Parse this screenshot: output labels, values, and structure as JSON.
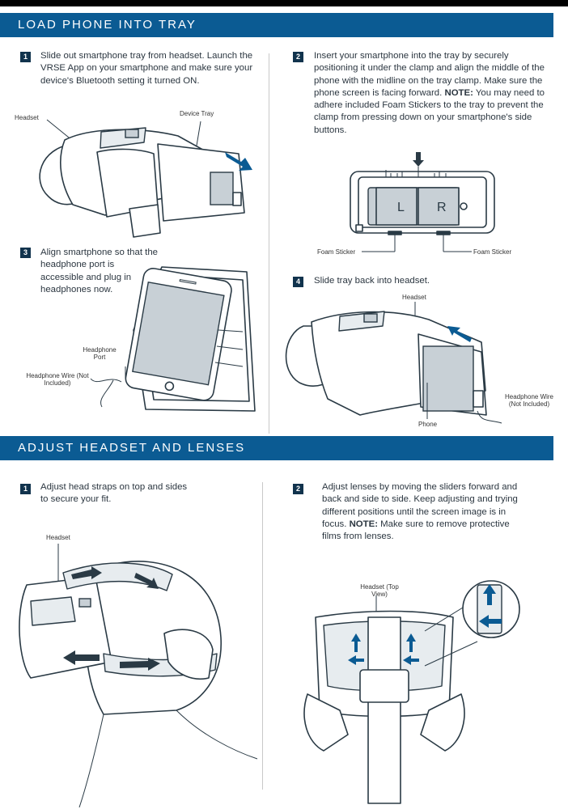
{
  "section1": {
    "title": "LOAD PHONE INTO TRAY",
    "step1": {
      "num": "1",
      "text": "Slide out smartphone tray from headset. Launch the VRSE App on your smartphone and make sure your device's Bluetooth setting it turned ON."
    },
    "step2": {
      "num": "2",
      "text": "Insert your smartphone into the tray by securely positioning it under the clamp and align the middle of the phone with the midline on the tray clamp. Make sure the phone screen is facing forward.",
      "note_label": "NOTE:",
      "note_text": " You may need to adhere included Foam Stickers to the tray to prevent the clamp from pressing down on your smartphone's side buttons."
    },
    "step3": {
      "num": "3",
      "text": "Align smartphone so that the headphone port is accessible and plug in headphones now."
    },
    "step4": {
      "num": "4",
      "text": "Slide tray back into headset."
    },
    "labels": {
      "headset": "Headset",
      "device_tray": "Device Tray",
      "foam_left": "Foam Sticker",
      "foam_right": "Foam Sticker",
      "lens_l": "L",
      "lens_r": "R",
      "headphone_port": "Headphone Port",
      "headphone_wire": "Headphone Wire (Not Included)",
      "headset4": "Headset",
      "phone": "Phone",
      "headphone_wire4": "Headphone Wire (Not Included)"
    }
  },
  "section2": {
    "title": "ADJUST HEADSET AND LENSES",
    "step1": {
      "num": "1",
      "text": "Adjust head straps on top and sides to secure your fit."
    },
    "step2": {
      "num": "2",
      "text": "Adjust lenses by moving the sliders forward and back and side to side. Keep adjusting and trying different positions until the screen image is in focus.",
      "note_label": "NOTE:",
      "note_text": " Make sure to remove protective films from lenses."
    },
    "labels": {
      "headset": "Headset",
      "headset_top": "Headset (Top View)"
    }
  },
  "colors": {
    "band": "#0b5b93",
    "step_badge": "#11334d",
    "arrow": "#0b5b93"
  }
}
